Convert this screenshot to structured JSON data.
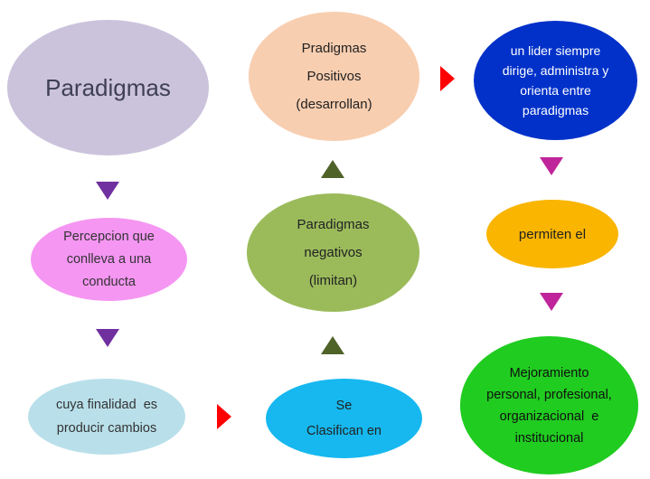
{
  "colors": {
    "paradigmas": "#cbc3dc",
    "percepcion": "#f596f2",
    "finalidad": "#b9e0ea",
    "clasifican": "#16b8ef",
    "negativos": "#9bbb5b",
    "positivos": "#f8ceb0",
    "lider": "#0131c9",
    "permiten": "#f9b500",
    "mejoramiento": "#20cc20",
    "arrow_purple": "#7030a0",
    "arrow_green": "#4f6228",
    "arrow_red": "#ff0000",
    "arrow_magenta": "#c0249a"
  },
  "nodes": {
    "paradigmas": "Paradigmas",
    "percepcion": [
      "Percepcion que",
      "conlleva a una",
      "conducta"
    ],
    "finalidad": [
      "cuya finalidad  es",
      "producir cambios"
    ],
    "clasifican": [
      "Se",
      "Clasifican en"
    ],
    "negativos": [
      "Paradigmas",
      "negativos",
      "(limitan)"
    ],
    "positivos": [
      "Pradigmas",
      "Positivos",
      "(desarrollan)"
    ],
    "lider": [
      "un lider siempre",
      "dirige, administra y",
      "orienta entre",
      "paradigmas"
    ],
    "permiten": "permiten el",
    "mejoramiento": [
      "Mejoramiento",
      "personal, profesional,",
      "organizacional  e",
      "institucional"
    ]
  }
}
